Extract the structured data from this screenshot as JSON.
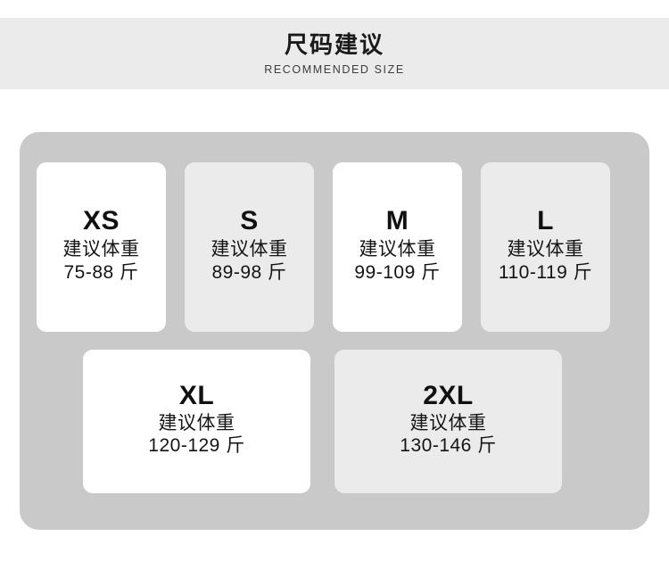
{
  "header": {
    "title": "尺码建议",
    "subtitle": "RECOMMENDED SIZE",
    "band_color": "#ebebeb"
  },
  "panel": {
    "background_color": "#c9c9c9",
    "card_white_color": "#ffffff",
    "card_gray_color": "#ebebeb"
  },
  "size_chart": {
    "weight_label": "建议体重",
    "unit": "斤",
    "rows": [
      {
        "cards": [
          {
            "size": "XS",
            "weight_label": "建议体重",
            "weight_range": "75-88 斤",
            "style": "white"
          },
          {
            "size": "S",
            "weight_label": "建议体重",
            "weight_range": "89-98 斤",
            "style": "gray"
          },
          {
            "size": "M",
            "weight_label": "建议体重",
            "weight_range": "99-109 斤",
            "style": "white"
          },
          {
            "size": "L",
            "weight_label": "建议体重",
            "weight_range": "110-119 斤",
            "style": "gray"
          }
        ]
      },
      {
        "cards": [
          {
            "size": "XL",
            "weight_label": "建议体重",
            "weight_range": "120-129 斤",
            "style": "white"
          },
          {
            "size": "2XL",
            "weight_label": "建议体重",
            "weight_range": "130-146 斤",
            "style": "gray"
          }
        ]
      }
    ]
  }
}
